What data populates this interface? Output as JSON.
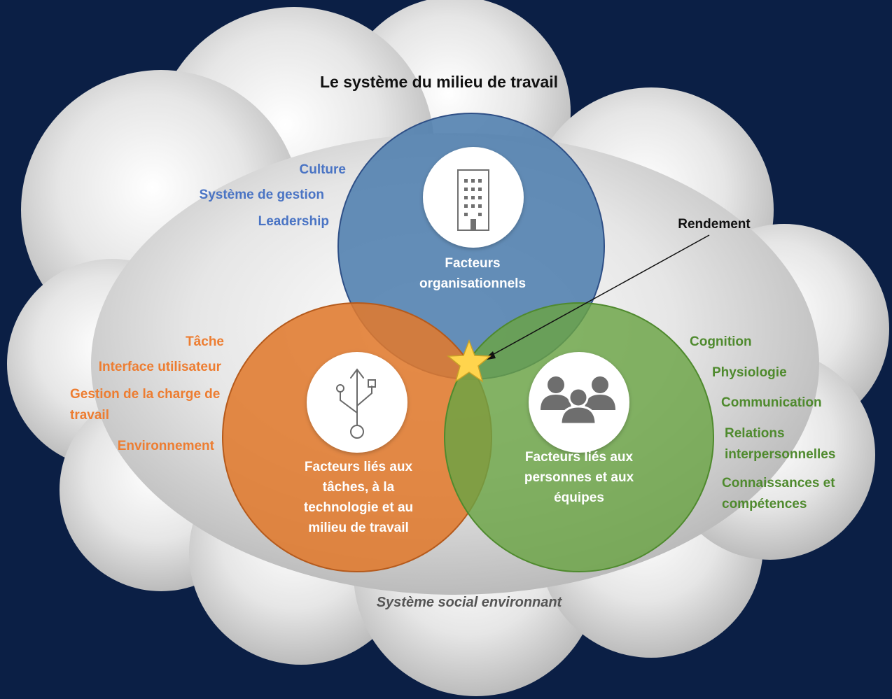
{
  "title": "Le système du milieu de travail",
  "outer_label": "Système social environnant",
  "performance_label": "Rendement",
  "colors": {
    "blue": "#4a74c4",
    "orange": "#ed7d31",
    "green": "#4f8a2e",
    "circle_blue": "#4f7eae",
    "circle_orange": "#e07a2e",
    "circle_green": "#6aa444",
    "star": "#ffd44d"
  },
  "circles": {
    "organizational": {
      "title": "Facteurs organisationnels",
      "icon": "building-icon"
    },
    "task": {
      "title": "Facteurs liés aux tâches, à la technologie et au milieu de travail",
      "icon": "usb-icon"
    },
    "people": {
      "title": "Facteurs liés aux personnes et aux équipes",
      "icon": "people-group-icon"
    }
  },
  "org_factors": [
    "Culture",
    "Système de gestion",
    "Leadership"
  ],
  "task_factors": [
    "Tâche",
    "Interface utilisateur",
    "Gestion de la charge de travail",
    "Environnement"
  ],
  "people_factors": [
    "Cognition",
    "Physiologie",
    "Communication",
    "Relations interpersonnelles",
    "Connaissances et compétences"
  ]
}
